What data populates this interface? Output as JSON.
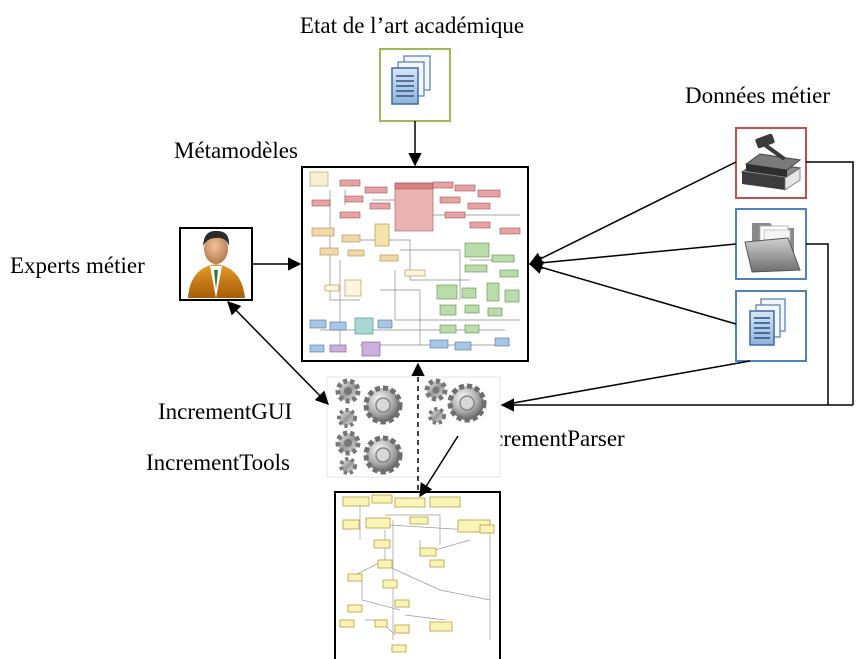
{
  "labels": {
    "etat_art": "Etat de l’art académique",
    "metamodeles": "Métamodèles",
    "donnees_metier": "Données métier",
    "experts_metier": "Experts métier",
    "increment_gui": "IncrementGUI",
    "increment_tools": "IncrementTools",
    "increment_parser": "IncrementParser"
  },
  "colors": {
    "etat_art_frame": "#9bbb59",
    "donnees_frame_top": "#c0504d",
    "donnees_frame_other": "#4f81bd",
    "arrow": "#000000"
  },
  "icons": {
    "etat_art": "documents-icon",
    "donnees_1": "law-book-gavel-icon",
    "donnees_2": "folder-icon",
    "donnees_3": "documents-icon",
    "expert": "businessman-icon",
    "tools": "gears-icon",
    "metamodel": "class-diagram-thumbnail",
    "model": "object-diagram-thumbnail"
  }
}
